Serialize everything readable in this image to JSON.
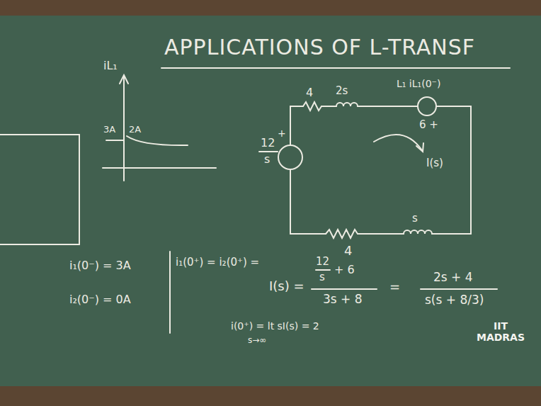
{
  "diagram": {
    "title": "APPLICATIONS OF L-TRANSF",
    "labels": [
      "iL₁",
      "3A",
      "2A",
      "4",
      "2s",
      "L₁ iL₁(0⁻)",
      "12",
      "+",
      "s",
      "6 +",
      "I(s)",
      "s",
      "4",
      "i₁(0⁻) = 3A",
      "i₂(0⁻) = 0A",
      "i₁(0⁺) = i₂(0⁺) =",
      "I(s) =",
      "12",
      "s",
      "+ 6",
      "3s + 8",
      "=",
      "2s + 4",
      "s(s + 8/3)",
      "i(0⁺) = lt sI(s) = 2",
      "s→∞",
      "IIT MADRAS"
    ]
  }
}
